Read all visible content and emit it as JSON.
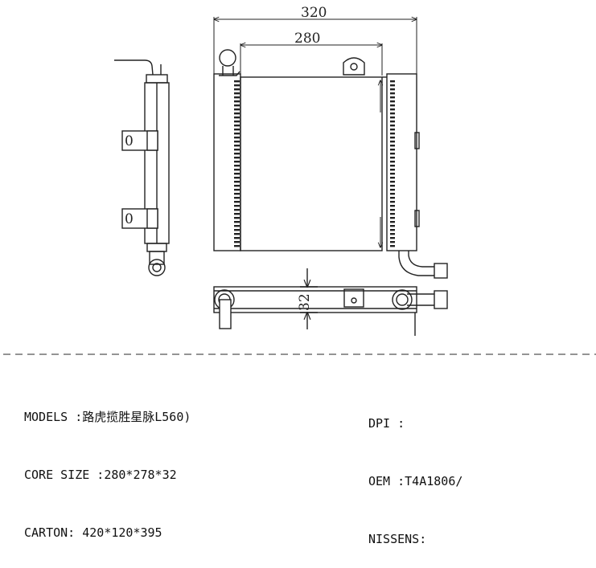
{
  "drawing": {
    "overall_width": "320",
    "core_width": "280",
    "thickness": "32",
    "bolt_label_1": "0",
    "bolt_label_2": "0"
  },
  "specs_left": [
    {
      "label": "MODELS :",
      "value": "路虎揽胜星脉L560)"
    },
    {
      "label": "CORE SIZE :",
      "value": "280*278*32"
    },
    {
      "label": "CARTON:",
      "value": " 420*120*395"
    }
  ],
  "specs_right": [
    {
      "label": "DPI :",
      "value": ""
    },
    {
      "label": "OEM :",
      "value": "T4A1806/"
    },
    {
      "label": "NISSENS:",
      "value": ""
    }
  ]
}
